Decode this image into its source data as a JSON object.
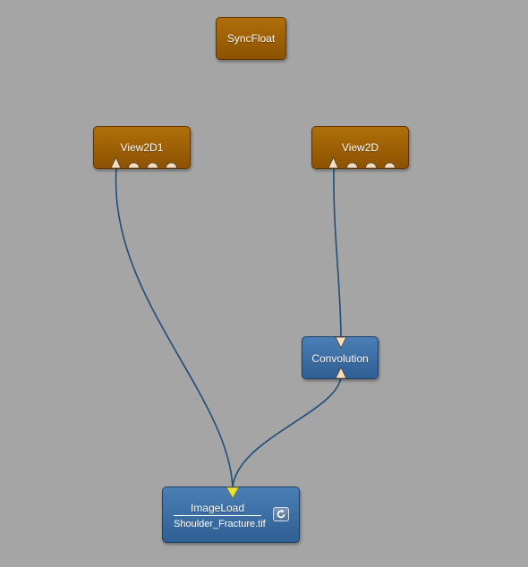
{
  "colors": {
    "background": "#a5a5a5",
    "module_orange": "#9a5e05",
    "module_blue": "#3d6fa3",
    "connection": "#1f4e79",
    "port_fill": "#f4dcbf",
    "port_highlight": "#e7e33a"
  },
  "nodes": {
    "syncfloat": {
      "title": "SyncFloat"
    },
    "view2d1": {
      "title": "View2D1"
    },
    "view2d": {
      "title": "View2D"
    },
    "convolution": {
      "title": "Convolution"
    },
    "imageload": {
      "title": "ImageLoad",
      "subtitle": "Shoulder_Fracture.tif",
      "refresh_icon": "refresh-icon"
    }
  },
  "connections": [
    {
      "from": "imageload-output",
      "to": "view2d1-input"
    },
    {
      "from": "imageload-output",
      "to": "convolution-input"
    },
    {
      "from": "convolution-output",
      "to": "view2d-input"
    }
  ]
}
